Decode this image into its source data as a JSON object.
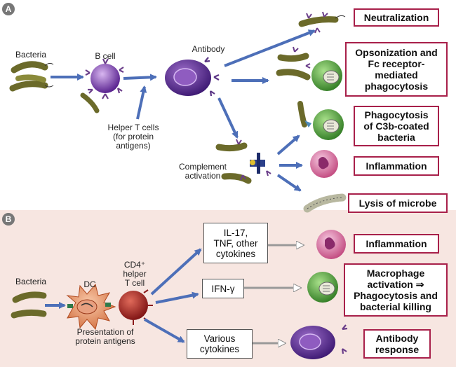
{
  "panel_a": {
    "letter": "A",
    "labels": {
      "bacteria": "Bacteria",
      "b_cell": "B cell",
      "antibody": "Antibody",
      "helper_t": "Helper T cells\n(for protein\nantigens)",
      "complement": "Complement\nactivation"
    },
    "outcomes": {
      "neutralization": "Neutralization",
      "opsonization": "Opsonization and\nFc receptor-\nmediated\nphagocytosis",
      "c3b": "Phagocytosis\nof C3b-coated\nbacteria",
      "inflammation": "Inflammation",
      "lysis": "Lysis of microbe"
    }
  },
  "panel_b": {
    "letter": "B",
    "labels": {
      "bacteria": "Bacteria",
      "dc": "DC",
      "cd4": "CD4⁺\nhelper\nT cell",
      "presentation": "Presentation of\nprotein antigens"
    },
    "cytokines": {
      "il17": "IL-17,\nTNF, other\ncytokines",
      "ifn": "IFN-γ",
      "various": "Various\ncytokines"
    },
    "outcomes": {
      "inflammation": "Inflammation",
      "macrophage": "Macrophage\nactivation ⇒\nPhagocytosis and\nbacterial killing",
      "antibody": "Antibody\nresponse"
    }
  },
  "colors": {
    "outcome_border": "#a8204a",
    "arrow_blue": "#4d6fb8",
    "panel_b_background": "#f7e6e1",
    "bacteria": "#6b6a2a",
    "b_cell": "#7b3fa8",
    "plasma_cell": "#5a2a8a",
    "macrophage": "#4f9a3a",
    "neutrophil": "#c24a7a",
    "t_cell": "#8a1a1a",
    "dendritic_cell": "#e08050"
  }
}
